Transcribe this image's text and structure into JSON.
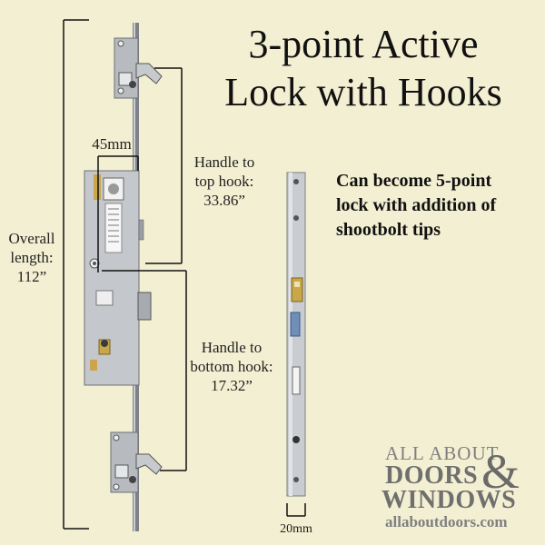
{
  "title": {
    "line1": "3-point Active",
    "line2": "Lock with Hooks"
  },
  "note": {
    "line1": "Can become 5-point",
    "line2": "lock with addition of",
    "line3": "shootbolt tips"
  },
  "dimensions": {
    "overall": {
      "line1": "Overall",
      "line2": "length:",
      "line3": "112”"
    },
    "backset": "45mm",
    "handle_top": {
      "line1": "Handle to",
      "line2": "top hook:",
      "line3": "33.86”"
    },
    "handle_bottom": {
      "line1": "Handle to",
      "line2": "bottom hook:",
      "line3": "17.32”"
    },
    "faceplate_width": "20mm"
  },
  "logo": {
    "line1": "ALL ABOUT",
    "line2": "DOORS",
    "ampersand": "&",
    "line3": "WINDOWS",
    "line4": "allaboutdoors.com"
  },
  "colors": {
    "background": "#f3efd2",
    "metal": "#b9bcc0",
    "metal_dark": "#8c9096",
    "brass": "#c9a64a",
    "line": "#111111"
  }
}
